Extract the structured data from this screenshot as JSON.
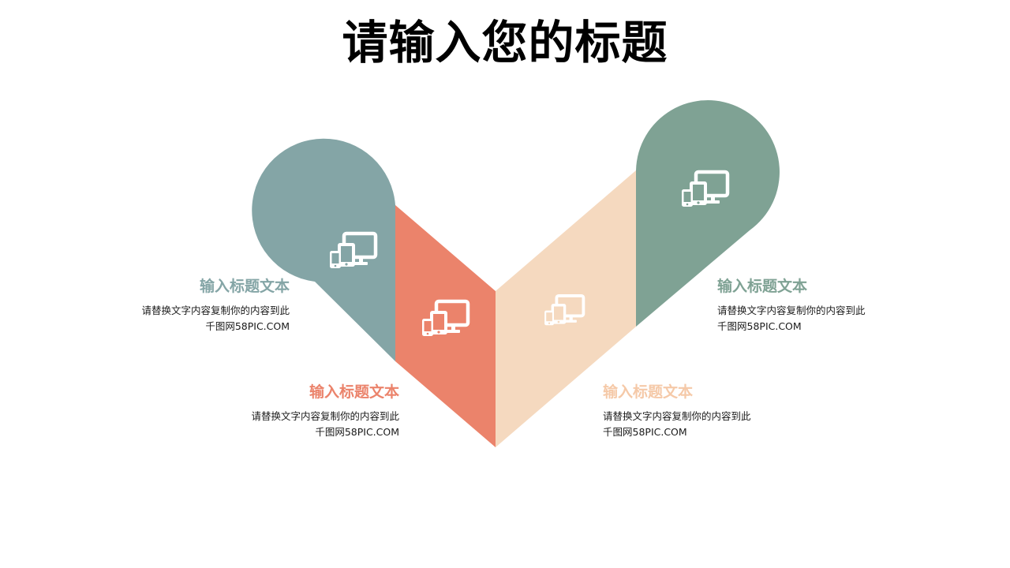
{
  "title": "请输入您的标题",
  "colors": {
    "teal": "#84A5A6",
    "coral": "#EB836B",
    "peach": "#F5D9BF",
    "sage": "#7FA294",
    "text": "#1a1a1a"
  },
  "items": [
    {
      "heading": "输入标题文本",
      "body_line1": "请替换文字内容复制你的内容到此",
      "body_line2": "千图网58PIC.COM",
      "color": "#84A5A6",
      "icon": "devices-icon"
    },
    {
      "heading": "输入标题文本",
      "body_line1": "请替换文字内容复制你的内容到此",
      "body_line2": "千图网58PIC.COM",
      "color": "#EB836B",
      "icon": "devices-icon"
    },
    {
      "heading": "输入标题文本",
      "body_line1": "请替换文字内容复制你的内容到此",
      "body_line2": "千图网58PIC.COM",
      "color": "#F5D9BF",
      "icon": "devices-icon"
    },
    {
      "heading": "输入标题文本",
      "body_line1": "请替换文字内容复制你的内容到此",
      "body_line2": "千图网58PIC.COM",
      "color": "#7FA294",
      "icon": "devices-icon"
    }
  ]
}
